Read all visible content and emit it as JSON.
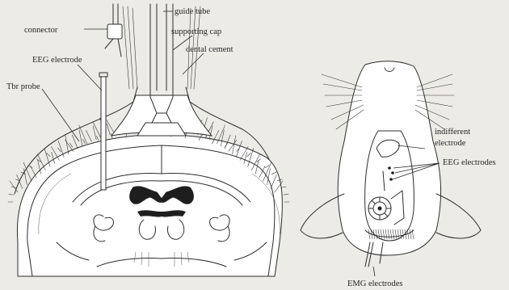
{
  "labels": {
    "guide_tube": "guide tube",
    "connector": "connector",
    "supporting_cap": "supporting cap",
    "dental_cement": "dental cement",
    "eeg_electrode": "EEG electrode",
    "tbr_probe": "Tbr probe",
    "indifferent_line1": "indifferent",
    "indifferent_line2": "electrode",
    "eeg_electrodes": "EEG electrodes",
    "emg_electrodes": "EMG electrodes"
  },
  "colors": {
    "background": "#ecebe6",
    "ink": "#2c2c2c",
    "tissue": "#ffffff",
    "dark_fill": "#1e1e1e"
  }
}
